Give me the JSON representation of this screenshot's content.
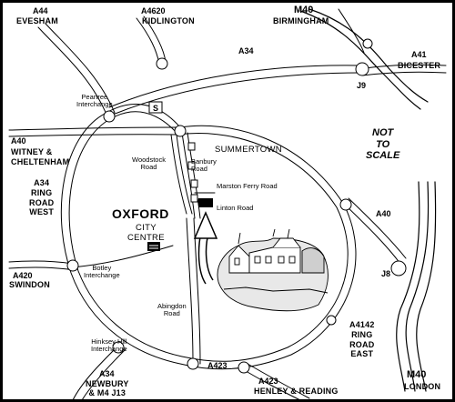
{
  "labels": {
    "a44": "A44",
    "evesham": "EVESHAM",
    "a4620": "A4620",
    "kidlington": "KIDLINGTON",
    "m40_top": "M40",
    "birmingham": "BIRMINGHAM",
    "a34_top": "A34",
    "a41": "A41",
    "bicester": "BICESTER",
    "j9": "J9",
    "peartree": "Peartree\nInterchange",
    "s_symbol": "S",
    "summertown": "SUMMERTOWN",
    "not_to_scale": "NOT\nTO\nSCALE",
    "a40_left": "A40",
    "witney": "WITNEY &\nCHELTENHAM",
    "woodstock": "Woodstock\nRoad",
    "banbury": "Banbury\nRoad",
    "marston": "Marston Ferry Road",
    "linton": "Linton Road",
    "a34_ring": "A34\nRING\nROAD\nWEST",
    "oxford": "OXFORD",
    "city_centre": "CITY\nCENTRE",
    "a40_right": "A40",
    "j8": "J8",
    "a420": "A420",
    "swindon": "SWINDON",
    "botley": "Botley\nInterchange",
    "abingdon": "Abingdon\nRoad",
    "a4142": "A4142\nRING\nROAD\nEAST",
    "hinksey": "Hinksey Hill\nInterchange",
    "a34_bottom": "A34",
    "newbury": "NEWBURY\n& M4 J13",
    "a423_mid": "A423",
    "a423_right": "A423",
    "henley": "HENLEY & READING",
    "m40_bottom": "M40",
    "london": "LONDON"
  },
  "colors": {
    "ink": "#000000",
    "paper": "#ffffff"
  },
  "icons": [
    "services-icon",
    "railway-station-icon",
    "fuel-station-icon",
    "hotel-marker-icon",
    "direction-arrow-icon",
    "hotel-illustration"
  ]
}
